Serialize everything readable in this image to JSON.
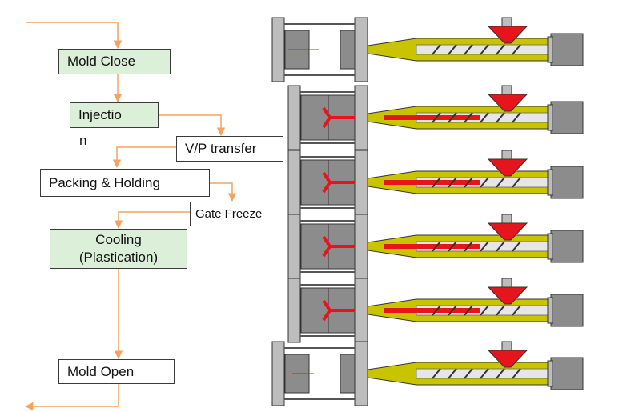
{
  "flow": {
    "mold_close": "Mold Close",
    "injection": "Injectio",
    "injection_wrap": "n",
    "vp_transfer": "V/P transfer",
    "packing_holding": "Packing & Holding",
    "gate_freeze": "Gate Freeze",
    "cooling_line1": "Cooling",
    "cooling_line2": "(Plastication)",
    "mold_open": "Mold Open"
  },
  "colors": {
    "arrow": "#f4a460",
    "step_fill": "#dcefd9",
    "melt": "#e8141b",
    "barrel": "#c9c400",
    "machine": "#8c8c8c"
  },
  "machine_states": [
    {
      "stage": "mold-close",
      "mold_closed": false,
      "cavity_filled": false
    },
    {
      "stage": "injection",
      "mold_closed": true,
      "cavity_filled": true
    },
    {
      "stage": "packing",
      "mold_closed": true,
      "cavity_filled": true
    },
    {
      "stage": "cooling",
      "mold_closed": true,
      "cavity_filled": true
    },
    {
      "stage": "cooling-end",
      "mold_closed": true,
      "cavity_filled": true
    },
    {
      "stage": "mold-open",
      "mold_closed": false,
      "cavity_filled": false
    }
  ]
}
